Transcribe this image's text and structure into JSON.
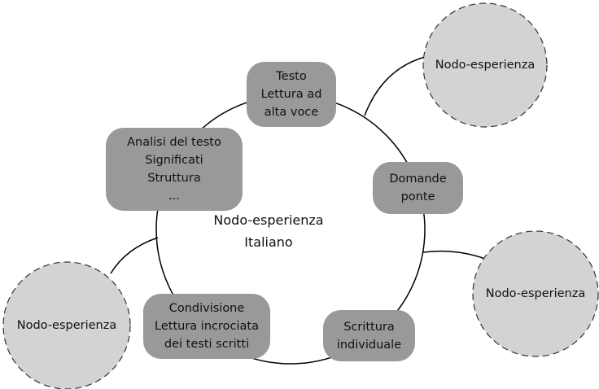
{
  "center": {
    "line1": "Nodo-esperienza",
    "line2": "Italiano"
  },
  "activities": [
    {
      "lines": [
        "Testo",
        "Lettura ad",
        "alta voce"
      ]
    },
    {
      "lines": [
        "Analisi del testo",
        "Significati",
        "Struttura",
        "..."
      ]
    },
    {
      "lines": [
        "Domande",
        "ponte"
      ]
    },
    {
      "lines": [
        "Scrittura",
        "individuale"
      ]
    },
    {
      "lines": [
        "Condivisione",
        "Lettura incrociata",
        "dei testi scritti"
      ]
    }
  ],
  "nodes": [
    {
      "label": "Nodo-esperienza"
    },
    {
      "label": "Nodo-esperienza"
    },
    {
      "label": "Nodo-esperienza"
    }
  ],
  "colors": {
    "box": "#999999",
    "node": "#d3d3d3",
    "line": "#000000"
  }
}
